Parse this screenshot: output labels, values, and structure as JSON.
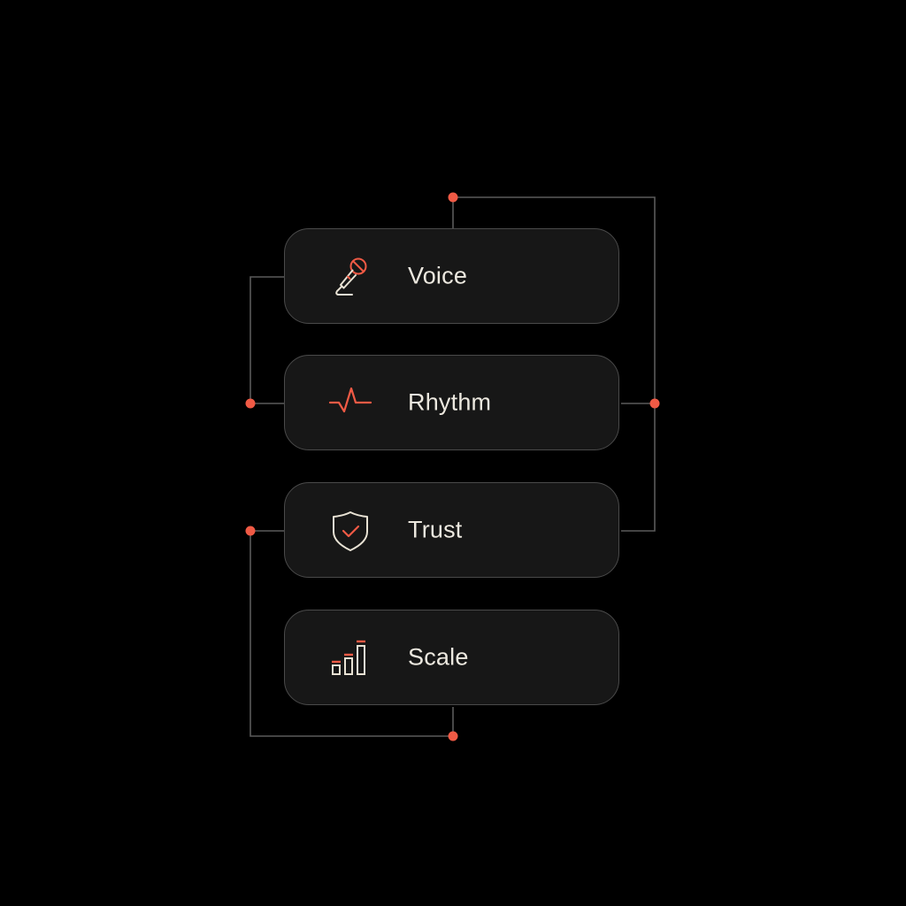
{
  "diagram": {
    "colors": {
      "background": "#000000",
      "card_fill": "#171717",
      "card_border": "#4a4a4a",
      "connector": "#5a5a5a",
      "accent": "#f05a45",
      "icon_stroke": "#e8e2d4",
      "text": "#ece8df"
    },
    "cards": [
      {
        "label": "Voice",
        "icon": "microphone-icon"
      },
      {
        "label": "Rhythm",
        "icon": "pulse-icon"
      },
      {
        "label": "Trust",
        "icon": "shield-check-icon"
      },
      {
        "label": "Scale",
        "icon": "bar-chart-icon"
      }
    ],
    "connectors": [
      {
        "from": "Voice (top)",
        "to": "Trust (right)",
        "route": "top dot → right rail"
      },
      {
        "from": "Voice (left)",
        "to": "Rhythm (left)",
        "route": "left rail, dot at Rhythm"
      },
      {
        "from": "Rhythm (right)",
        "to": "right rail",
        "route": "dot at Rhythm right"
      },
      {
        "from": "Trust (left)",
        "to": "Scale (bottom)",
        "route": "left rail → bottom dot"
      }
    ]
  }
}
